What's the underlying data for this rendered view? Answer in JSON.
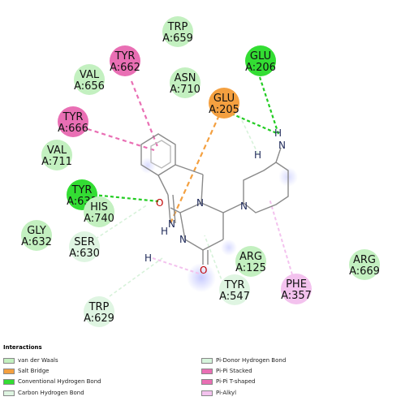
{
  "residues": [
    {
      "id": "trp659",
      "label_name": "TRP",
      "label_num": "A:659",
      "type": "vdw"
    },
    {
      "id": "tyr662",
      "label_name": "TYR",
      "label_num": "A:662",
      "type": "pipi"
    },
    {
      "id": "glu206",
      "label_name": "GLU",
      "label_num": "A:206",
      "type": "hbond"
    },
    {
      "id": "val656",
      "label_name": "VAL",
      "label_num": "A:656",
      "type": "vdw"
    },
    {
      "id": "asn710",
      "label_name": "ASN",
      "label_num": "A:710",
      "type": "vdw"
    },
    {
      "id": "glu205",
      "label_name": "GLU",
      "label_num": "A:205",
      "type": "salt"
    },
    {
      "id": "tyr666",
      "label_name": "TYR",
      "label_num": "A:666",
      "type": "pipi"
    },
    {
      "id": "val711",
      "label_name": "VAL",
      "label_num": "A:711",
      "type": "vdw"
    },
    {
      "id": "tyr631",
      "label_name": "TYR",
      "label_num": "A:631",
      "type": "hbond"
    },
    {
      "id": "his740",
      "label_name": "HIS",
      "label_num": "A:740",
      "type": "vdw"
    },
    {
      "id": "gly632",
      "label_name": "GLY",
      "label_num": "A:632",
      "type": "vdw"
    },
    {
      "id": "ser630",
      "label_name": "SER",
      "label_num": "A:630",
      "type": "carbon"
    },
    {
      "id": "arg125",
      "label_name": "ARG",
      "label_num": "A:125",
      "type": "vdw"
    },
    {
      "id": "arg669",
      "label_name": "ARG",
      "label_num": "A:669",
      "type": "vdw"
    },
    {
      "id": "tyr547",
      "label_name": "TYR",
      "label_num": "A:547",
      "type": "carbon"
    },
    {
      "id": "phe357",
      "label_name": "PHE",
      "label_num": "A:357",
      "type": "pialkyl"
    },
    {
      "id": "trp629",
      "label_name": "TRP",
      "label_num": "A:629",
      "type": "carbon"
    }
  ],
  "atoms": {
    "h1": "H",
    "n1": "N",
    "h2": "H",
    "n2": "N",
    "n3": "N",
    "o1": "O",
    "n4": "N",
    "h3": "H",
    "n5": "N",
    "h4": "H",
    "o2": "O"
  },
  "colors": {
    "vdw": "#c3f0c0",
    "salt": "#f4a040",
    "hbond": "#33dd33",
    "carbon": "#dff5e2",
    "pidonor": "#d6f5dc",
    "pipi": "#e96fb4",
    "pitshaped": "#e96fb4",
    "pialkyl": "#f3c2ee"
  },
  "legend": {
    "title": "Interactions",
    "items": [
      {
        "key": "vdw",
        "label": "van der Waals"
      },
      {
        "key": "salt",
        "label": "Salt Bridge"
      },
      {
        "key": "hbond",
        "label": "Conventional Hydrogen Bond"
      },
      {
        "key": "carbon",
        "label": "Carbon Hydrogen Bond"
      },
      {
        "key": "pidonor",
        "label": "Pi-Donor Hydrogen Bond"
      },
      {
        "key": "pipi",
        "label": "Pi-Pi Stacked"
      },
      {
        "key": "pitshaped",
        "label": "Pi-Pi T-shaped"
      },
      {
        "key": "pialkyl",
        "label": "Pi-Alkyl"
      }
    ]
  }
}
